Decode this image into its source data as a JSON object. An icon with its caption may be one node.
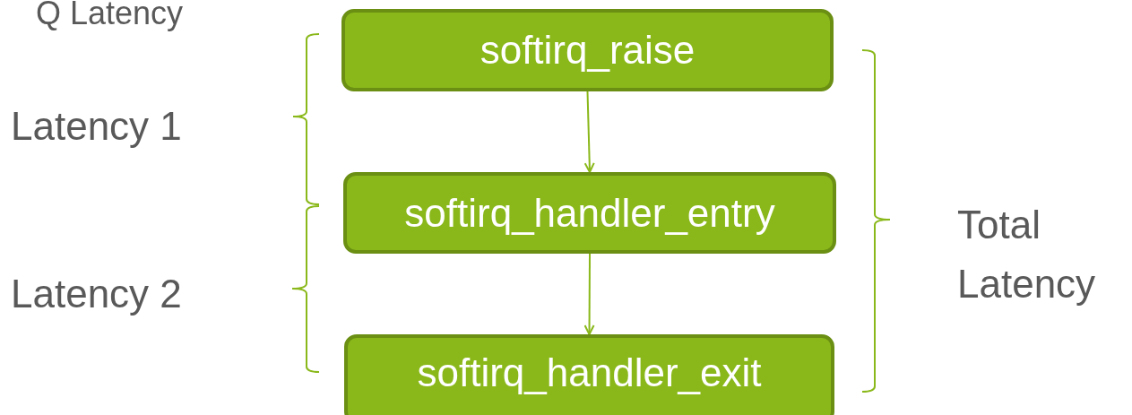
{
  "diagram": {
    "title": "Q Latency",
    "nodes": [
      {
        "text": [
          "softirq_raise"
        ]
      },
      {
        "text": [
          "softirq_handler_entry"
        ]
      },
      {
        "text": [
          "softirq_handler_exit"
        ]
      }
    ],
    "edges": [
      {
        "from": 0,
        "to": 1,
        "arrow": "to"
      },
      {
        "from": 1,
        "to": 2,
        "arrow": "to"
      }
    ],
    "labels": [
      "Latency 1",
      "Latency 2",
      "Total Latency"
    ]
  }
}
